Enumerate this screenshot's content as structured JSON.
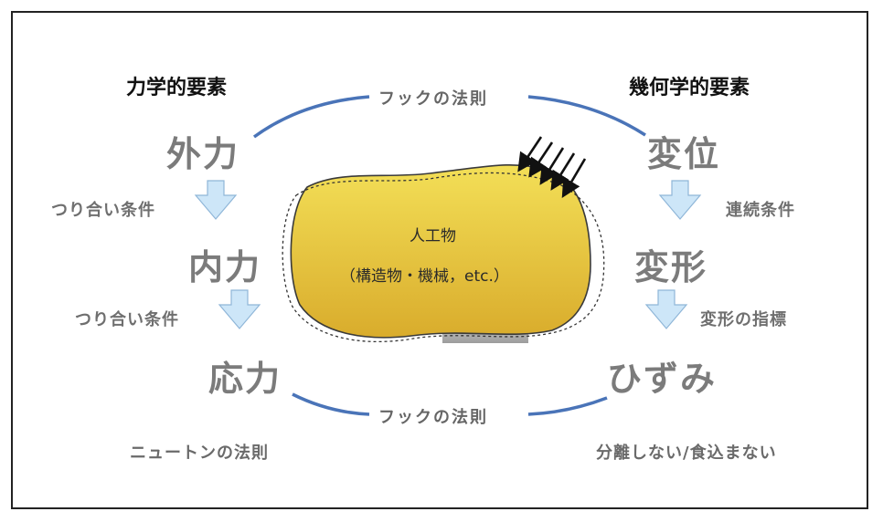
{
  "left": {
    "heading": "力学的要素",
    "steps": [
      "外力",
      "内力",
      "応力"
    ],
    "conditions": [
      "つり合い条件",
      "つり合い条件"
    ],
    "footer": "ニュートンの法則"
  },
  "right": {
    "heading": "幾何学的要素",
    "steps": [
      "変位",
      "変形",
      "ひずみ"
    ],
    "conditions": [
      "連続条件",
      "変形の指標"
    ],
    "footer": "分離しない/食込まない"
  },
  "laws": {
    "top": "フックの法則",
    "bottom": "フックの法則"
  },
  "object": {
    "title": "人工物",
    "subtitle": "（構造物・機械，etc.）"
  },
  "colors": {
    "arc": "#4a74b8",
    "blob_top": "#f3df57",
    "blob_bottom": "#d9ac2c",
    "arrow_fill": "#cde6f8",
    "arrow_stroke": "#8fb6d8",
    "step_text": "#7b7b7b"
  }
}
